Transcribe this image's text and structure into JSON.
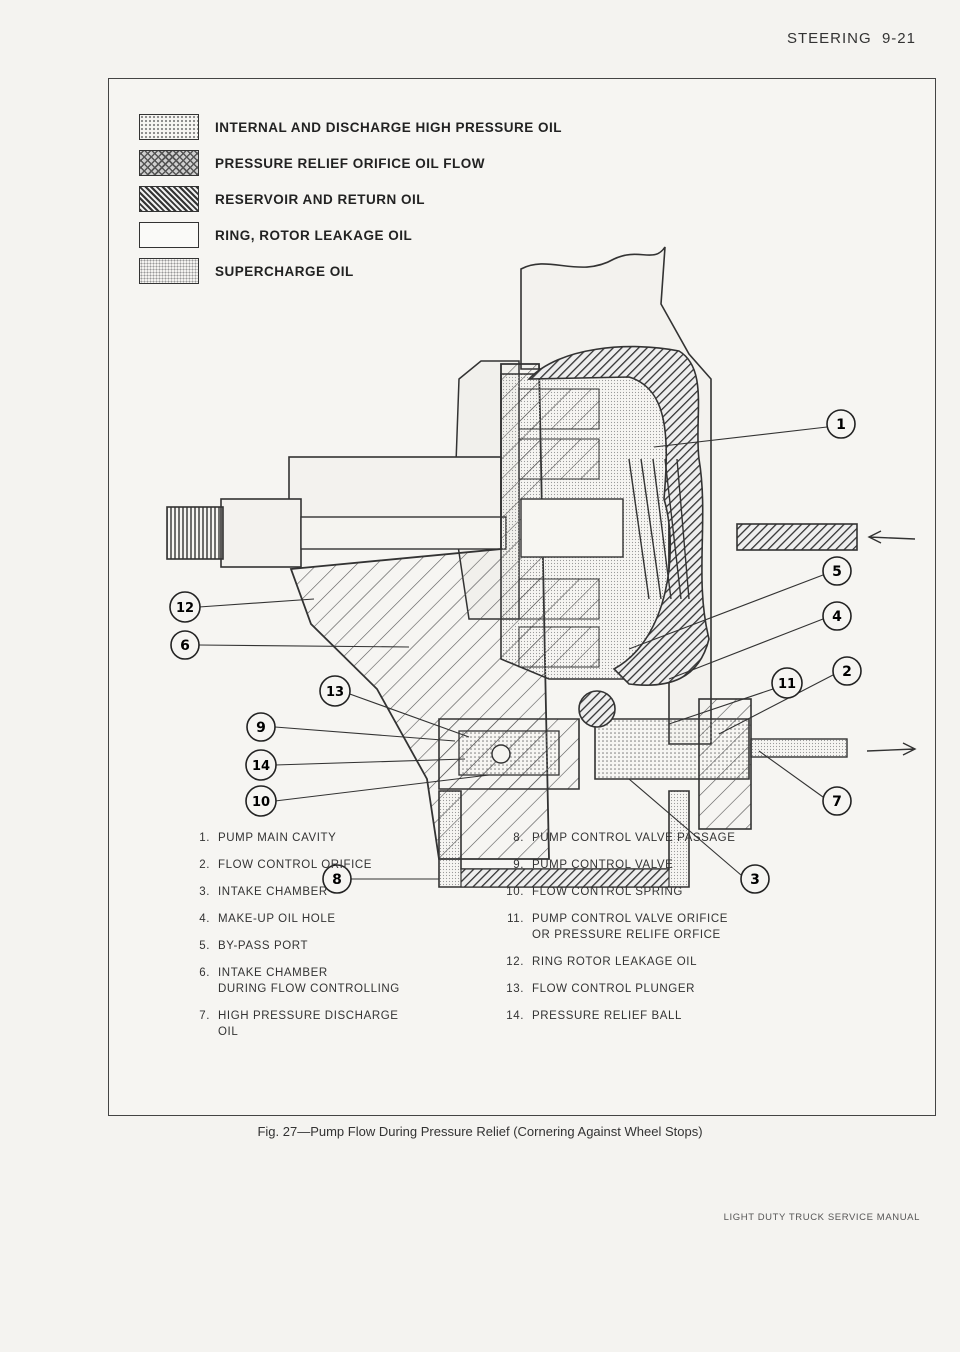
{
  "header": {
    "section": "STEERING",
    "page": "9-21"
  },
  "legend": [
    {
      "label": "INTERNAL AND DISCHARGE HIGH PRESSURE OIL"
    },
    {
      "label": "PRESSURE RELIEF ORIFICE OIL FLOW"
    },
    {
      "label": "RESERVOIR AND RETURN OIL"
    },
    {
      "label": "RING, ROTOR LEAKAGE OIL"
    },
    {
      "label": "SUPERCHARGE OIL"
    }
  ],
  "callouts": [
    "1",
    "2",
    "3",
    "4",
    "5",
    "6",
    "7",
    "8",
    "9",
    "10",
    "11",
    "12",
    "13",
    "14"
  ],
  "parts_left": [
    {
      "num": "1.",
      "text": "PUMP MAIN CAVITY"
    },
    {
      "num": "2.",
      "text": "FLOW CONTROL ORIFICE"
    },
    {
      "num": "3.",
      "text": "INTAKE CHAMBER"
    },
    {
      "num": "4.",
      "text": "MAKE-UP OIL HOLE"
    },
    {
      "num": "5.",
      "text": "BY-PASS PORT"
    },
    {
      "num": "6.",
      "text": "INTAKE CHAMBER",
      "text2": "DURING FLOW CONTROLLING"
    },
    {
      "num": "7.",
      "text": "HIGH PRESSURE DISCHARGE",
      "text2": "OIL"
    }
  ],
  "parts_right": [
    {
      "num": "8.",
      "text": "PUMP CONTROL VALVE PASSAGE"
    },
    {
      "num": "9.",
      "text": "PUMP CONTROL VALVE"
    },
    {
      "num": "10.",
      "text": "FLOW CONTROL SPRING"
    },
    {
      "num": "11.",
      "text": "PUMP CONTROL VALVE ORIFICE",
      "text2": "OR PRESSURE RELIFE ORFICE"
    },
    {
      "num": "12.",
      "text": "RING ROTOR LEAKAGE OIL"
    },
    {
      "num": "13.",
      "text": "FLOW CONTROL PLUNGER"
    },
    {
      "num": "14.",
      "text": "PRESSURE RELIEF BALL"
    }
  ],
  "caption": "Fig. 27—Pump Flow During Pressure Relief (Cornering Against Wheel Stops)",
  "footer": "LIGHT DUTY TRUCK SERVICE MANUAL"
}
